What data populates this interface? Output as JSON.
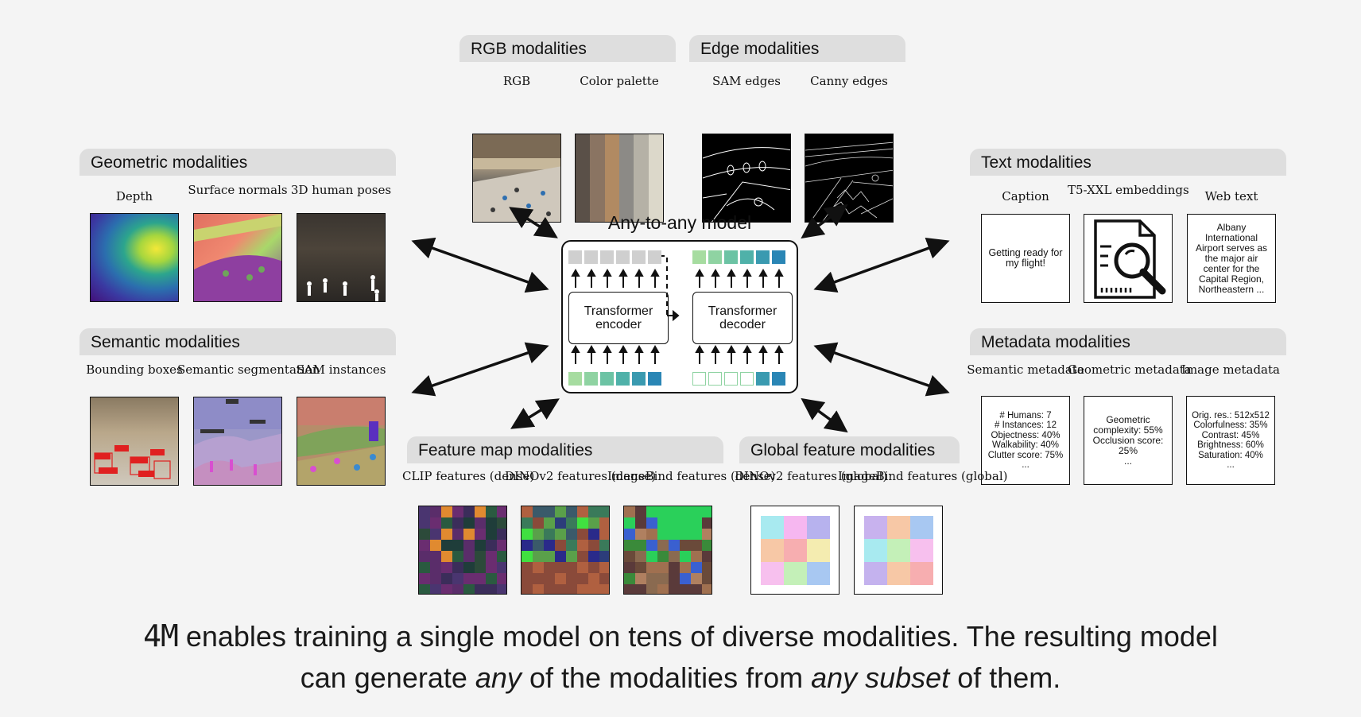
{
  "model": {
    "title": "Any-to-any model",
    "encoder_label": "Transformer\nencoder",
    "decoder_label": "Transformer\ndecoder"
  },
  "groups": {
    "rgb": {
      "title": "RGB modalities",
      "items": [
        "RGB",
        "Color palette"
      ]
    },
    "edge": {
      "title": "Edge modalities",
      "items": [
        "SAM edges",
        "Canny edges"
      ]
    },
    "geometric": {
      "title": "Geometric modalities",
      "items": [
        "Depth",
        "Surface\nnormals",
        "3D human\nposes"
      ]
    },
    "semantic": {
      "title": "Semantic modalities",
      "items": [
        "Bounding\nboxes",
        "Semantic\nsegmentation",
        "SAM\ninstances"
      ]
    },
    "text": {
      "title": "Text modalities",
      "items": [
        "Caption",
        "T5-XXL\nembeddings",
        "Web text"
      ],
      "caption_text": "Getting ready for\nmy flight!",
      "web_text": "Albany\nInternational\nAirport serves as\nthe major air\ncenter for the\nCapital Region,\nNortheastern ..."
    },
    "metadata": {
      "title": "Metadata modalities",
      "items": [
        "Semantic\nmetadata",
        "Geometric\nmetadata",
        "Image\nmetadata"
      ],
      "semantic_text": "# Humans: 7\n# Instances: 12\nObjectness: 40%\nWalkability: 40%\nClutter score: 75%\n...",
      "geometric_text": "Geometric\ncomplexity: 55%\nOcclusion score:\n25%\n...",
      "image_text": "Orig. res.: 512x512\nColorfulness: 35%\nContrast: 45%\nBrightness: 60%\nSaturation: 40%\n..."
    },
    "featuremap": {
      "title": "Feature map modalities",
      "items": [
        "CLIP features\n(dense)",
        "DINOv2\nfeatures\n(dense)",
        "ImageBind\nfeatures\n(dense)"
      ]
    },
    "global": {
      "title": "Global feature modalities",
      "items": [
        "DINOv2\nfeatures\n(global)",
        "ImageBind\nfeatures\n(global)"
      ]
    }
  },
  "caption": {
    "brand": "4M",
    "line1_rest": " enables training a single model on tens of diverse modalities. The resulting model",
    "line2_a": "can generate ",
    "line2_any1": "any",
    "line2_b": " of the modalities from ",
    "line2_any2": "any subset",
    "line2_c": " of them."
  },
  "colors": {
    "header_bg": "#dedede",
    "token_gray": "#cfcfcf",
    "token_teal": [
      "#a6dca0",
      "#8fd3a2",
      "#6cc3a4",
      "#4fb1a9",
      "#3a9ab0",
      "#2a86b5"
    ]
  }
}
